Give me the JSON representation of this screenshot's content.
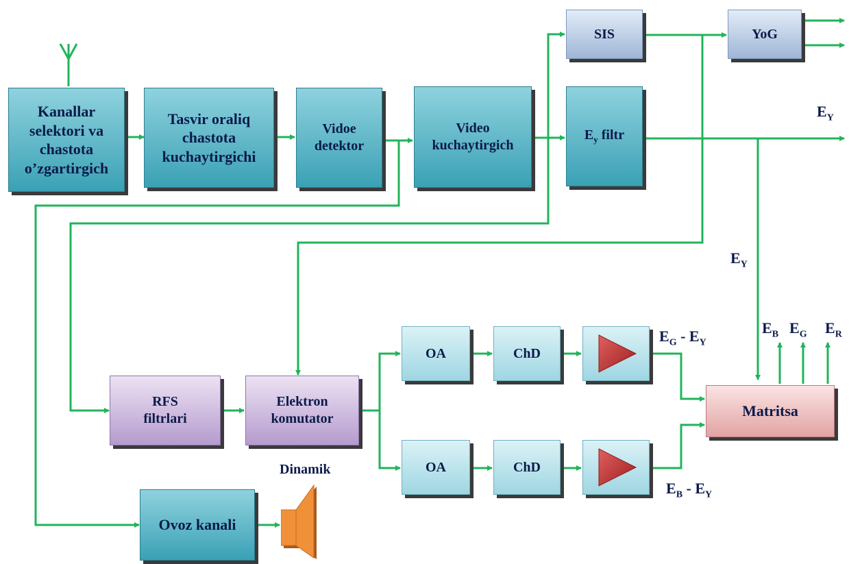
{
  "blocks": {
    "kanallar": "Kanallar selektori va chastota o’zgartirgich",
    "tasvir": "Tasvir oraliq chastota kuchaytirgichi",
    "vidoe_detektor": "Vidoe detektor",
    "video_kuch": "Video kuchaytirgich",
    "ey_filtr_main": "E",
    "ey_filtr_sub": "y",
    "ey_filtr_rest": " filtr",
    "sis": "SIS",
    "yog": "YoG",
    "rfs": "RFS filtrlari",
    "elektron": "Elektron komutator",
    "oa_top": "OA",
    "chd_top": "ChD",
    "oa_bottom": "OA",
    "chd_bottom": "ChD",
    "matritsa": "Matritsa",
    "ovoz": "Ovoz kanali"
  },
  "labels": {
    "dinamik": "Dinamik",
    "ey_right_main": "E",
    "ey_right_sub": "Y",
    "ey_mid_main": "E",
    "ey_mid_sub": "Y",
    "eb_main": "E",
    "eb_sub": "B",
    "eg_main": "E",
    "eg_sub": "G",
    "er_main": "E",
    "er_sub": "R",
    "eg_ey_e1": "E",
    "eg_ey_s1": "G",
    "eg_ey_mid": " - E",
    "eg_ey_s2": "Y",
    "eb_ey_e1": "E",
    "eb_ey_s1": "B",
    "eb_ey_mid": " - E",
    "eb_ey_s2": "Y"
  },
  "colors": {
    "wire": "#1fb45a",
    "amplifier": "#c0392b",
    "speaker": "#f0913a"
  }
}
